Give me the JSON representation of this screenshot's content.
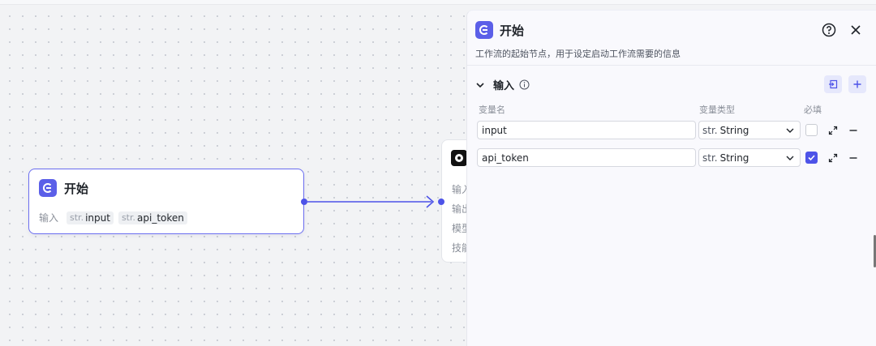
{
  "start_node": {
    "title": "开始",
    "input_label": "输入",
    "vars": [
      {
        "prefix": "str.",
        "name": "input"
      },
      {
        "prefix": "str.",
        "name": "api_token"
      }
    ]
  },
  "next_node": {
    "rows": [
      "输入",
      "输出",
      "模型",
      "技能"
    ]
  },
  "panel": {
    "title": "开始",
    "description": "工作流的起始节点，用于设定启动工作流需要的信息",
    "section_title": "输入",
    "col_name": "变量名",
    "col_type": "变量类型",
    "col_required": "必填",
    "variables": [
      {
        "name": "input",
        "type_prefix": "str.",
        "type": "String",
        "required": false
      },
      {
        "name": "api_token",
        "type_prefix": "str.",
        "type": "String",
        "required": true
      }
    ]
  },
  "colors": {
    "accent": "#4d53e8",
    "node_icon": "#5b5fe8"
  }
}
